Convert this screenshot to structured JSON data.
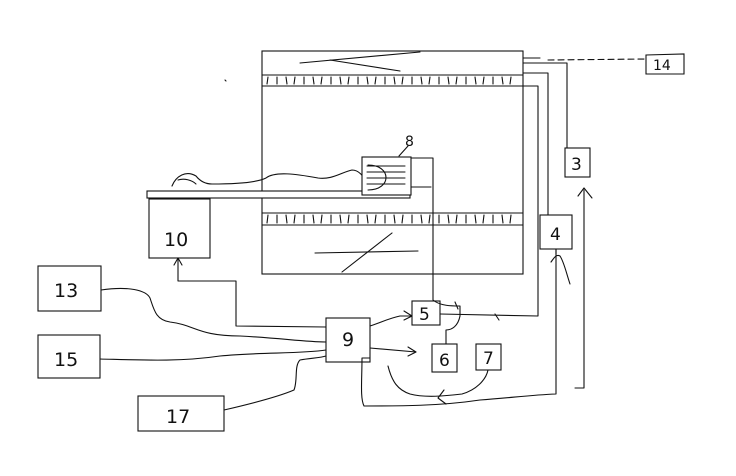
{
  "diagram": {
    "labels": {
      "unit_3": "3",
      "unit_4": "4",
      "unit_5": "5",
      "unit_6": "6",
      "unit_7": "7",
      "coil_8": "8",
      "unit_9": "9",
      "unit_10": "10",
      "unit_13": "13",
      "unit_14": "14",
      "unit_15": "15",
      "unit_17": "17"
    }
  }
}
